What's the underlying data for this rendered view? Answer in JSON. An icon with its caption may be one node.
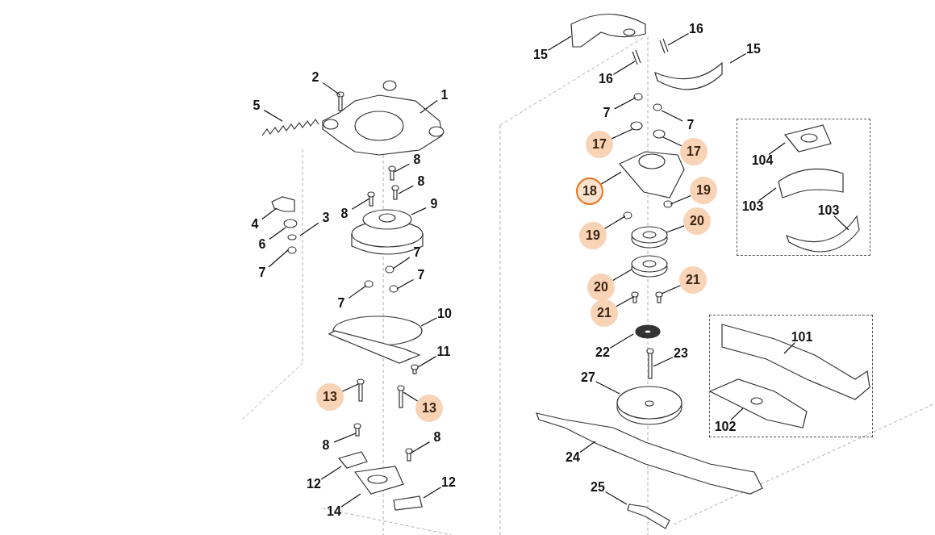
{
  "diagram": {
    "nodes": [
      {
        "text": [
          "2"
        ]
      },
      {
        "text": [
          "1"
        ]
      },
      {
        "text": [
          "5"
        ]
      },
      {
        "text": [
          "8"
        ]
      },
      {
        "text": [
          "8"
        ]
      },
      {
        "text": [
          "8"
        ]
      },
      {
        "text": [
          "9"
        ]
      },
      {
        "text": [
          "4"
        ]
      },
      {
        "text": [
          "3"
        ]
      },
      {
        "text": [
          "6"
        ]
      },
      {
        "text": [
          "7"
        ]
      },
      {
        "text": [
          "7"
        ]
      },
      {
        "text": [
          "7"
        ]
      },
      {
        "text": [
          "7"
        ]
      },
      {
        "text": [
          "10"
        ]
      },
      {
        "text": [
          "11"
        ]
      },
      {
        "text": [
          "13"
        ]
      },
      {
        "text": [
          "13"
        ]
      },
      {
        "text": [
          "8"
        ]
      },
      {
        "text": [
          "8"
        ]
      },
      {
        "text": [
          "12"
        ]
      },
      {
        "text": [
          "14"
        ]
      },
      {
        "text": [
          "12"
        ]
      },
      {
        "text": [
          "15"
        ]
      },
      {
        "text": [
          "16"
        ]
      },
      {
        "text": [
          "15"
        ]
      },
      {
        "text": [
          "16"
        ]
      },
      {
        "text": [
          "7"
        ]
      },
      {
        "text": [
          "7"
        ]
      },
      {
        "text": [
          "17"
        ]
      },
      {
        "text": [
          "17"
        ]
      },
      {
        "text": [
          "18"
        ]
      },
      {
        "text": [
          "19"
        ]
      },
      {
        "text": [
          "20"
        ]
      },
      {
        "text": [
          "19"
        ]
      },
      {
        "text": [
          "20"
        ]
      },
      {
        "text": [
          "21"
        ]
      },
      {
        "text": [
          "21"
        ]
      },
      {
        "text": [
          "22"
        ]
      },
      {
        "text": [
          "23"
        ]
      },
      {
        "text": [
          "27"
        ]
      },
      {
        "text": [
          "24"
        ]
      },
      {
        "text": [
          "25"
        ]
      },
      {
        "text": [],
        "shape": "box"
      },
      {
        "text": [
          "104"
        ],
        "in": 43
      },
      {
        "text": [
          "103"
        ],
        "in": 43
      },
      {
        "text": [
          "103"
        ],
        "in": 43
      },
      {
        "text": [],
        "shape": "box"
      },
      {
        "text": [
          "101"
        ],
        "in": 47
      },
      {
        "text": [
          "102"
        ],
        "in": 47
      }
    ],
    "edges": [
      {
        "from": 0,
        "to": null,
        "arrow": "none"
      },
      {
        "from": 1,
        "to": null,
        "arrow": "none"
      },
      {
        "from": 2,
        "to": null,
        "arrow": "none"
      },
      {
        "from": 3,
        "to": null,
        "arrow": "none"
      },
      {
        "from": 4,
        "to": null,
        "arrow": "none"
      },
      {
        "from": 5,
        "to": null,
        "arrow": "none"
      },
      {
        "from": 6,
        "to": null,
        "arrow": "none"
      },
      {
        "from": 7,
        "to": null,
        "arrow": "none"
      },
      {
        "from": 8,
        "to": null,
        "arrow": "none"
      },
      {
        "from": 9,
        "to": null,
        "arrow": "none"
      },
      {
        "from": 10,
        "to": null,
        "arrow": "none"
      },
      {
        "from": 11,
        "to": null,
        "arrow": "none"
      },
      {
        "from": 12,
        "to": null,
        "arrow": "none"
      },
      {
        "from": 13,
        "to": null,
        "arrow": "none"
      },
      {
        "from": 14,
        "to": null,
        "arrow": "none"
      },
      {
        "from": 15,
        "to": null,
        "arrow": "none"
      },
      {
        "from": 16,
        "to": null,
        "arrow": "none"
      },
      {
        "from": 17,
        "to": null,
        "arrow": "none"
      },
      {
        "from": 18,
        "to": null,
        "arrow": "none"
      },
      {
        "from": 19,
        "to": null,
        "arrow": "none"
      },
      {
        "from": 20,
        "to": null,
        "arrow": "none"
      },
      {
        "from": 21,
        "to": null,
        "arrow": "none"
      },
      {
        "from": 22,
        "to": null,
        "arrow": "none"
      },
      {
        "from": 23,
        "to": null,
        "arrow": "none"
      },
      {
        "from": 24,
        "to": null,
        "arrow": "none"
      },
      {
        "from": 25,
        "to": null,
        "arrow": "none"
      },
      {
        "from": 26,
        "to": null,
        "arrow": "none"
      },
      {
        "from": 27,
        "to": null,
        "arrow": "none"
      },
      {
        "from": 28,
        "to": null,
        "arrow": "none"
      },
      {
        "from": 29,
        "to": null,
        "arrow": "none"
      },
      {
        "from": 30,
        "to": null,
        "arrow": "none"
      },
      {
        "from": 31,
        "to": null,
        "arrow": "none"
      },
      {
        "from": 32,
        "to": null,
        "arrow": "none"
      },
      {
        "from": 33,
        "to": null,
        "arrow": "none"
      },
      {
        "from": 34,
        "to": null,
        "arrow": "none"
      },
      {
        "from": 35,
        "to": null,
        "arrow": "none"
      },
      {
        "from": 36,
        "to": null,
        "arrow": "none"
      },
      {
        "from": 37,
        "to": null,
        "arrow": "none"
      },
      {
        "from": 38,
        "to": null,
        "arrow": "none"
      },
      {
        "from": 39,
        "to": null,
        "arrow": "none"
      },
      {
        "from": 40,
        "to": null,
        "arrow": "none"
      },
      {
        "from": 41,
        "to": null,
        "arrow": "none"
      },
      {
        "from": 42,
        "to": null,
        "arrow": "none"
      },
      {
        "from": 44,
        "to": null,
        "arrow": "none"
      },
      {
        "from": 45,
        "to": null,
        "arrow": "none"
      },
      {
        "from": 46,
        "to": null,
        "arrow": "none"
      },
      {
        "from": 48,
        "to": null,
        "arrow": "none"
      },
      {
        "from": 49,
        "to": null,
        "arrow": "none"
      }
    ]
  }
}
